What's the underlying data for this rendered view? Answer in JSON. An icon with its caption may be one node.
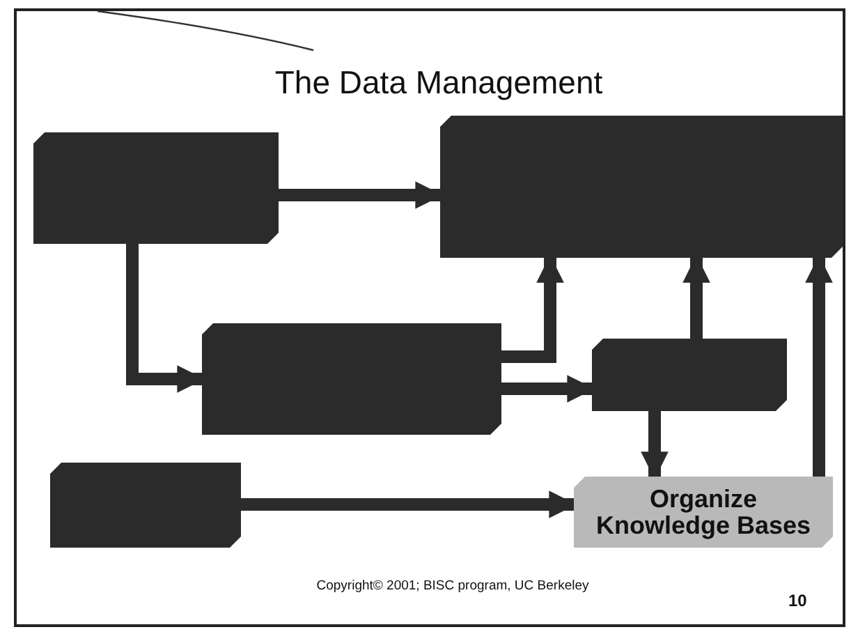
{
  "diagram": {
    "title": "The Data Management",
    "nodes": [
      {
        "text": [],
        "shape": "box"
      },
      {
        "text": [],
        "shape": "box"
      },
      {
        "text": [],
        "shape": "box"
      },
      {
        "text": [],
        "shape": "box"
      },
      {
        "text": [],
        "shape": "box"
      },
      {
        "text": [
          "Organize Knowledge Bases"
        ]
      }
    ],
    "edges": [
      {
        "from": 0,
        "to": 1,
        "arrow": "to"
      },
      {
        "from": 0,
        "to": 2,
        "arrow": "to"
      },
      {
        "from": 2,
        "to": 1,
        "arrow": "to"
      },
      {
        "from": 2,
        "to": 3,
        "arrow": "to"
      },
      {
        "from": 3,
        "to": 1,
        "arrow": "to"
      },
      {
        "from": 3,
        "to": 5,
        "arrow": "to"
      },
      {
        "from": 5,
        "to": 1,
        "arrow": "to"
      },
      {
        "from": 4,
        "to": 5,
        "arrow": "to"
      }
    ],
    "labels": [
      "Copyright© 2001; BISC program, UC Berkeley",
      "10"
    ]
  }
}
